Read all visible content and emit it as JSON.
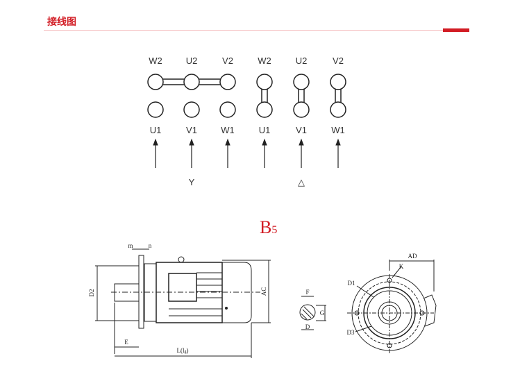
{
  "header": {
    "title": "接线图"
  },
  "wiring": {
    "top_labels": [
      "W2",
      "U2",
      "V2",
      "W2",
      "U2",
      "V2"
    ],
    "bottom_labels": [
      "U1",
      "V1",
      "W1",
      "U1",
      "V1",
      "W1"
    ],
    "star_label": "Y",
    "delta_label": "△"
  },
  "drawing": {
    "title_main": "B",
    "title_sub": "5",
    "dims": {
      "m": "m",
      "n": "n",
      "D2": "D2",
      "E": "E",
      "L": "L(l",
      "L_sub": "g",
      "L_close": ")",
      "AC": "AC",
      "F": "F",
      "G": "G",
      "D": "D",
      "AD": "AD",
      "K": "K",
      "D1": "D1",
      "D3": "D3"
    }
  },
  "colors": {
    "accent": "#d21c24"
  }
}
